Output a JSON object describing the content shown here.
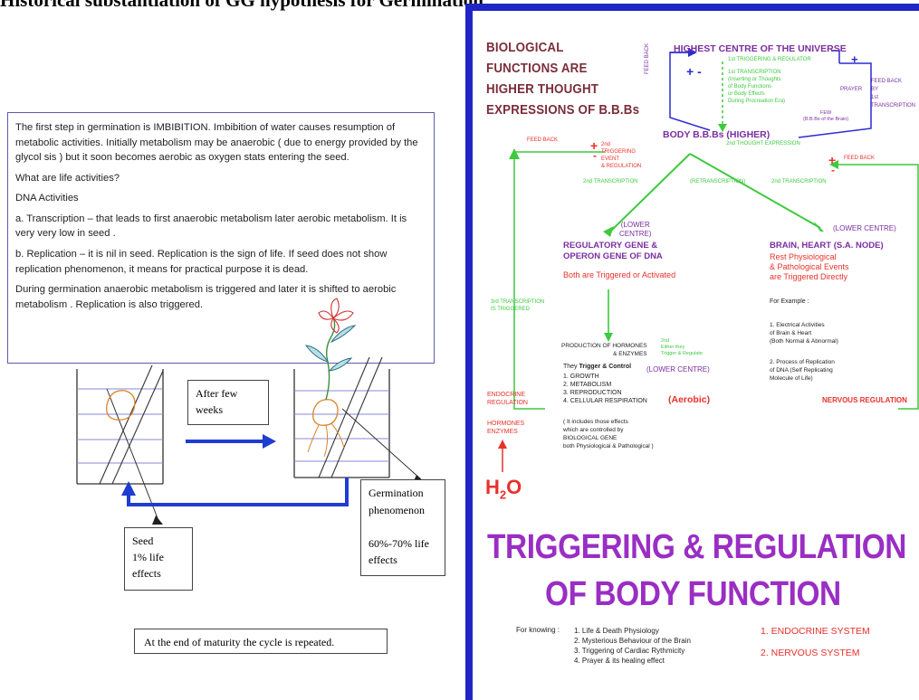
{
  "header": {
    "title": "Historical substantiation of GG hypothesis for Germination"
  },
  "left": {
    "paragraphs": [
      "The first step in germination is IMBIBITION. Imbibition of water causes resumption of metabolic activities. Initially metabolism may be anaerobic ( due to energy provided by the glycol sis ) but it soon becomes aerobic as oxygen stats entering the seed.",
      "What are life activities?",
      "DNA Activities",
      "a.     Transcription – that leads to first anaerobic metabolism later aerobic metabolism.  It is very very low in seed  .",
      "b.     Replication – it is nil in seed. Replication is the sign of life. If seed does not show replication phenomenon,  it means for practical purpose it is dead.",
      "During germination anaerobic metabolism is triggered and  later it is shifted to  aerobic metabolism . Replication is also triggered."
    ],
    "after_label": "After few weeks",
    "seed_label": "Seed\n1% life\neffects",
    "germination_label": "Germination\nphenomenon\n\n60%-70% life\neffects",
    "cycle_note": "At the end of maturity the cycle is repeated."
  },
  "right": {
    "heading": [
      "BIOLOGICAL",
      "FUNCTIONS ARE",
      "HIGHER THOUGHT",
      "EXPRESSIONS OF B.B.Bs"
    ],
    "highest": "HIGHEST CENTRE OF THE UNIVERSE",
    "first_trigger": "1st TRIGGERING & REGULATOR",
    "first_transcription": [
      "1st TRANSCRIPTION",
      "(Inserting or Thoughts",
      "of Body Functions",
      "or Body Effects",
      "During Procreation Era)"
    ],
    "feedback_vertical": "FEED BACK",
    "prayer": "PRAYER",
    "few": [
      "FEW",
      "(B.B.Bs of the Brain)"
    ],
    "feed_back_by": [
      "FEED BACK",
      "BY",
      "1st",
      "TRANSCRIPTION"
    ],
    "body_bbb": "BODY B.B.Bs (HIGHER)",
    "thought_expression": "2nd THOUGHT EXPRESSION",
    "feed_back_left": "FEED BACK",
    "feed_back_right": "FEED BACK",
    "triggering_event": [
      "2nd",
      "TRIGGERING",
      "EVENT",
      "& REGULATION"
    ],
    "second_transcription": "2nd TRANSCRIPTION",
    "retranscription": "(RETRANSCRIPTION)",
    "lower_centre_left": [
      "(LOWER",
      "CENTRE)"
    ],
    "lower_centre_right": "(LOWER CENTRE)",
    "regulatory": [
      "REGULATORY GENE &",
      "OPERON GENE OF DNA"
    ],
    "both_triggered": "Both are Triggered or Activated",
    "third_transcription": [
      "3rd TRANSCRIPTION",
      "IS TRIGGERED"
    ],
    "brain_heart": "BRAIN, HEART (S.A. NODE)",
    "rest_events": [
      "Rest Physiological",
      "& Pathological Events",
      "are Triggered Directly"
    ],
    "for_example": "For Example :",
    "example1": [
      "1. Electrical Activities",
      "of Brain & Heart",
      "(Both Normal & Abnormal)"
    ],
    "example2": [
      "2. Process of Replication",
      "of DNA (Self Replicating",
      "Molecule of Life)"
    ],
    "production": [
      "PRODUCTION OF HORMONES",
      "& ENZYMES"
    ],
    "either": [
      "2nd",
      "Either they",
      "Trigger & Regulate"
    ],
    "lower_centre_mid": "(LOWER CENTRE)",
    "they_trigger": [
      "They ",
      "Trigger & Control"
    ],
    "list": [
      "1. GROWTH",
      "2. METABOLISM",
      "3. REPRODUCTION",
      "4. CELLULAR RESPIRATION"
    ],
    "aerobic": "(Aerobic)",
    "includes": [
      "( It includes those effects",
      "which are controlled by",
      "BIOLOGICAL GENE",
      "both Physiological & Pathological )"
    ],
    "endocrine_regulation": [
      "ENDOCRINE",
      "REGULATION"
    ],
    "hormones_enzymes": [
      "HORMONES",
      "ENZYMES"
    ],
    "nervous_regulation": "NERVOUS REGULATION",
    "h2o": [
      "H",
      "2",
      "O"
    ],
    "big_title": [
      "TRIGGERING & REGULATION",
      "OF BODY FUNCTION"
    ],
    "for_knowing": "For knowing :",
    "knowing_list": [
      "1. Life & Death Physiology",
      "2. Mysterious Behaviour of the Brain",
      "3. Triggering of Cardiac Rythmicity",
      "4. Prayer & its healing effect"
    ],
    "systems": [
      "1. ENDOCRINE SYSTEM",
      "2. NERVOUS SYSTEM"
    ]
  }
}
